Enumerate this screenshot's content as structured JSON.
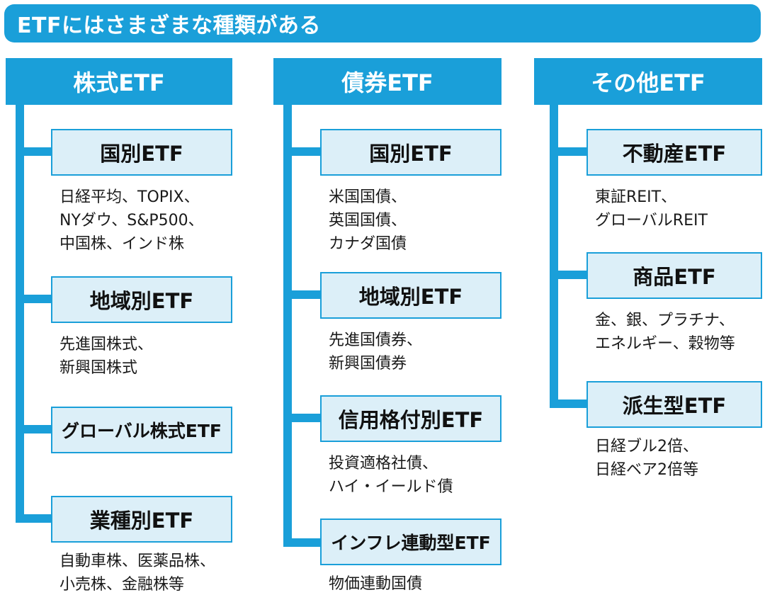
{
  "title": "ETFにはさまざまな種類がある",
  "columns": [
    {
      "label": "株式ETF",
      "items": [
        {
          "label": "国別ETF",
          "desc": [
            "日経平均、TOPIX、",
            "NYダウ、S&P500、",
            "中国株、インド株"
          ]
        },
        {
          "label": "地域別ETF",
          "desc": [
            "先進国株式、",
            "新興国株式"
          ]
        },
        {
          "label": "グローバル株式ETF",
          "desc": []
        },
        {
          "label": "業種別ETF",
          "desc": [
            "自動車株、医薬品株、",
            "小売株、金融株等"
          ]
        }
      ]
    },
    {
      "label": "債券ETF",
      "items": [
        {
          "label": "国別ETF",
          "desc": [
            "米国国債、",
            "英国国債、",
            "カナダ国債"
          ]
        },
        {
          "label": "地域別ETF",
          "desc": [
            "先進国債券、",
            "新興国債券"
          ]
        },
        {
          "label": "信用格付別ETF",
          "desc": [
            "投資適格社債、",
            "ハイ・イールド債"
          ]
        },
        {
          "label": "インフレ連動型ETF",
          "desc": [
            "物価連動国債"
          ]
        }
      ]
    },
    {
      "label": "その他ETF",
      "items": [
        {
          "label": "不動産ETF",
          "desc": [
            "東証REIT、",
            "グローバルREIT"
          ]
        },
        {
          "label": "商品ETF",
          "desc": [
            "金、銀、プラチナ、",
            "エネルギー、穀物等"
          ]
        },
        {
          "label": "派生型ETF",
          "desc": [
            "日経ブル2倍、",
            "日経ベア2倍等"
          ]
        }
      ]
    }
  ],
  "colors": {
    "accent": "#1a9fd9",
    "box_fill": "#dceff8"
  }
}
